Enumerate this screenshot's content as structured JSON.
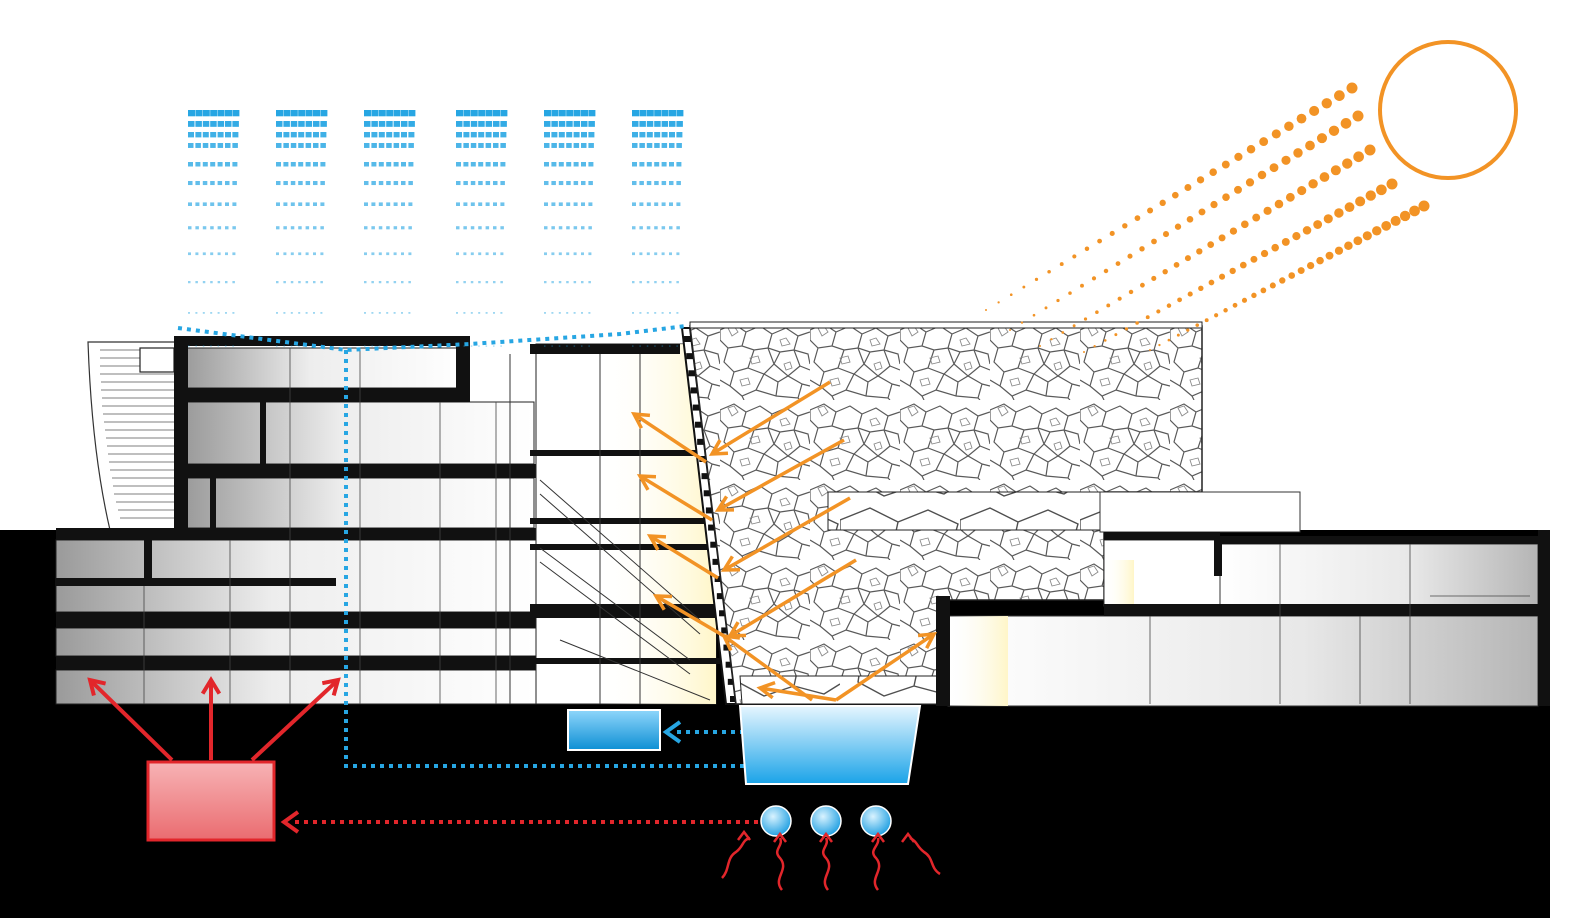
{
  "colors": {
    "sun": "#f29325",
    "rain": "#27a6e3",
    "water": "#27a6e3",
    "heat": "#e2262b",
    "heat_fill": "#f6a3a6",
    "ground": "#000000",
    "structure": "#1a1a1a",
    "interior_glow": "#fffbe0"
  },
  "icons": {
    "sun": "sun-icon",
    "rain": "rain-icon",
    "cistern": "water-tank-icon",
    "geothermal_probes": "geothermal-probe-icon",
    "heat_exchanger": "heat-pump-icon",
    "ground_heat": "wavy-heat-arrow-icon"
  },
  "diagram": {
    "rain_columns": 6,
    "sunlight_rays_in": 5,
    "daylight_rays_out": 5,
    "geothermal_probes": 3,
    "ground_heat_waves": 5,
    "heat_distribution_arrows": 3
  }
}
